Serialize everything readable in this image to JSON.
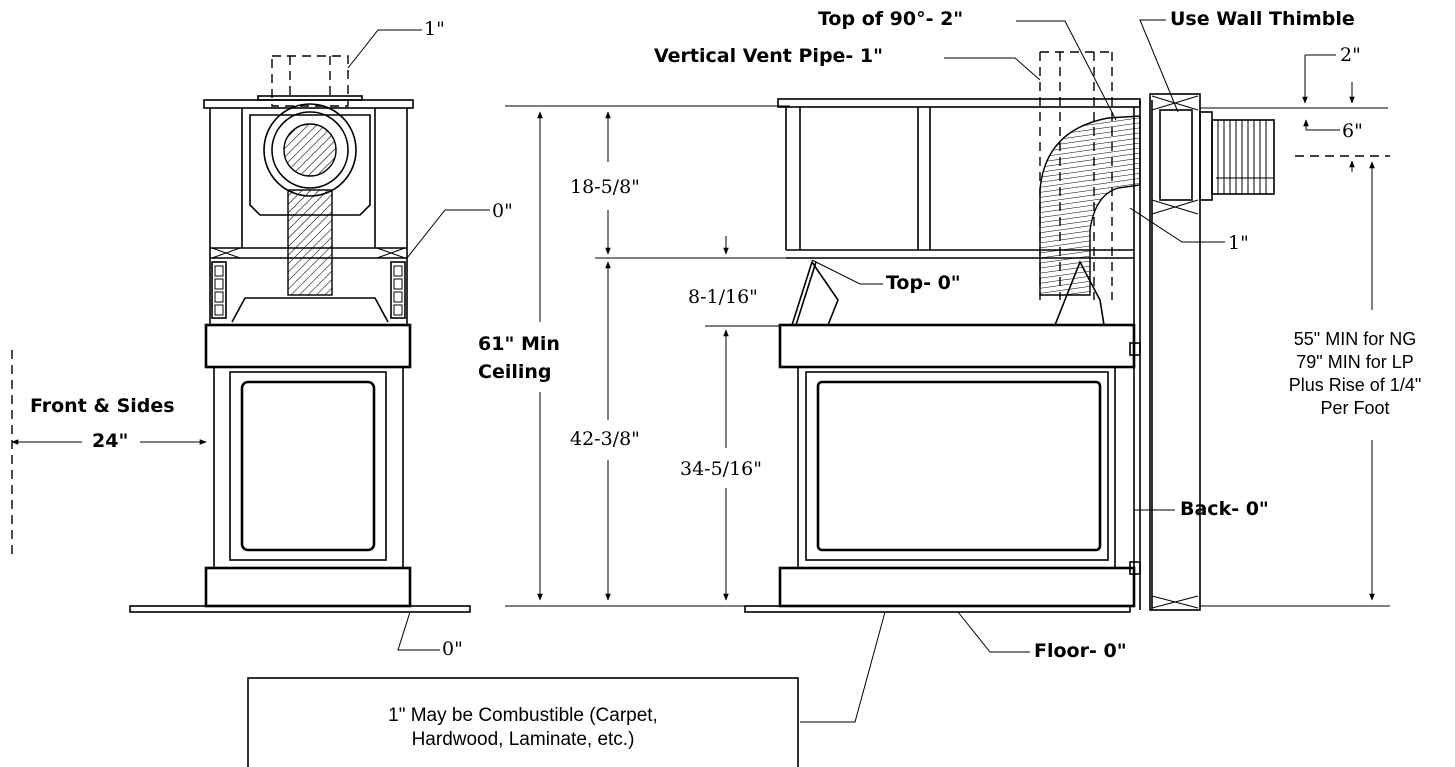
{
  "front_view": {
    "top_vent_clearance": "1\"",
    "side_clearance": "0\"",
    "floor_clearance": "0\"",
    "front_sides_title": "Front & Sides",
    "front_sides_value": "24\""
  },
  "side_view": {
    "top_of_90": "Top of 90°- 2\"",
    "vertical_vent_pipe": "Vertical Vent Pipe- 1\"",
    "use_wall_thimble": "Use Wall Thimble",
    "wall_top_clearance": "2\"",
    "vent_offset": "6\"",
    "elbow_clearance": "1\"",
    "top_zero": "Top- 0\"",
    "back_zero": "Back- 0\"",
    "floor_zero": "Floor- 0\""
  },
  "dimensions": {
    "min_ceiling_line1": "61\" Min",
    "min_ceiling_line2": "Ceiling",
    "d_18_5_8": "18-5/8\"",
    "d_42_3_8": "42-3/8\"",
    "d_8_1_16": "8-1/16\"",
    "d_34_5_16": "34-5/16\""
  },
  "vent_rise_note": {
    "line1": "55\" MIN for NG",
    "line2": "79\" MIN for LP",
    "line3": "Plus Rise of 1/4\"",
    "line4": "Per Foot"
  },
  "combustible_note": {
    "line1": "1\" May be Combustible (Carpet,",
    "line2": "Hardwood, Laminate, etc.)"
  }
}
